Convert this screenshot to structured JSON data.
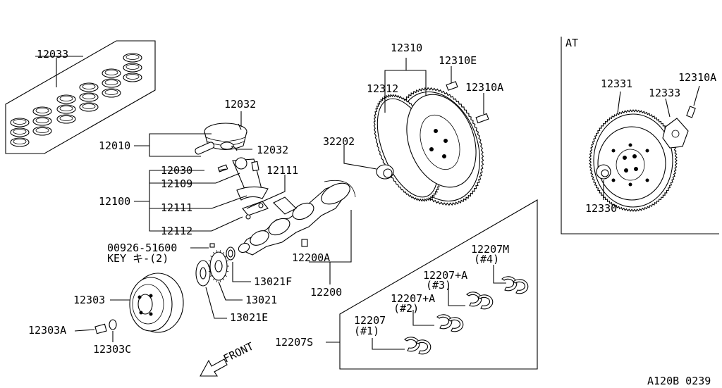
{
  "diagram": {
    "at_label": "AT",
    "drawing_code": "A120B 0239",
    "front_label": "FRONT",
    "parts": {
      "p12033": "12033",
      "p12032a": "12032",
      "p12032b": "12032",
      "p12010": "12010",
      "p12030": "12030",
      "p12109": "12109",
      "p12100": "12100",
      "p12111a": "12111",
      "p12111b": "12111",
      "p12112": "12112",
      "p00926": "00926-51600",
      "key": "KEY キ-(2)",
      "p12200A": "12200A",
      "p13021F": "13021F",
      "p12200": "12200",
      "p13021": "13021",
      "p13021E": "13021E",
      "p12303": "12303",
      "p12303A": "12303A",
      "p12303C": "12303C",
      "p12310": "12310",
      "p12310E": "12310E",
      "p12312": "12312",
      "p12310A": "12310A",
      "p32202": "32202",
      "p12331": "12331",
      "p12333": "12333",
      "p12310A_at": "12310A",
      "p12330": "12330",
      "p12207S": "12207S",
      "p12207": "12207",
      "n1": "(#1)",
      "p12207A_2": "12207+A",
      "n2": "(#2)",
      "p12207A_3": "12207+A",
      "n3": "(#3)",
      "p12207M": "12207M",
      "n4": "(#4)"
    }
  }
}
